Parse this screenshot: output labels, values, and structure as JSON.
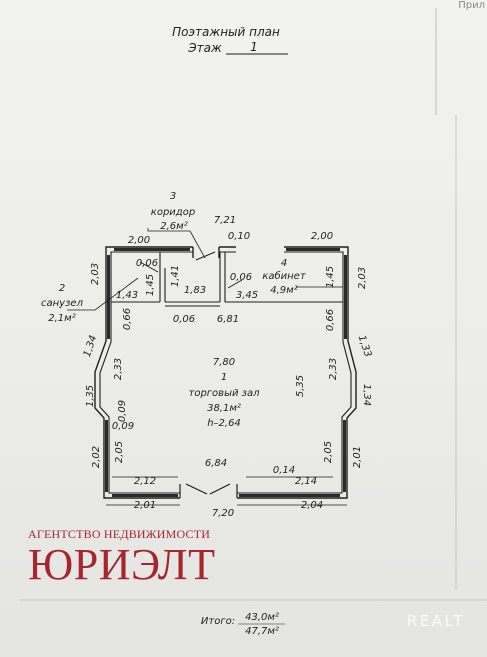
{
  "header": {
    "title": "Поэтажный план",
    "floor_label": "Этаж",
    "floor_value": "1",
    "corner_text": "Прил"
  },
  "rooms": {
    "corridor": {
      "number": "3",
      "name": "коридор",
      "area": "2,6м²"
    },
    "bathroom": {
      "number": "2",
      "name": "санузел",
      "area": "2,1м²"
    },
    "office": {
      "number": "4",
      "name": "кабинет",
      "area": "4,9м²"
    },
    "hall": {
      "number": "1",
      "name": "торговый зал",
      "area": "38,1м²",
      "height": "h–2,64"
    }
  },
  "dimensions": {
    "top_total": "7,21",
    "top_left": "2,00",
    "top_right": "2,00",
    "top_gap": "0,10",
    "left_upper": "2,03",
    "right_upper": "2,03",
    "bath_width": "0,06",
    "bath_height": "1,45",
    "bath_side": "1,43",
    "corridor_height": "1,41",
    "corridor_width": "1,83",
    "corridor_bottom": "0,06",
    "office_wall": "0,06",
    "office_width": "3,45",
    "office_height": "1,45",
    "wall_left": "0,66",
    "wall_right": "0,66",
    "inner_span": "6,81",
    "hall_width": "7,80",
    "left_slant_upper": "1,34",
    "left_slant_lower": "1,35",
    "left_inner": "2,33",
    "left_pier_outer": "0,09",
    "left_pier_inner": "0,09",
    "right_slant_upper": "1,33",
    "right_slant_lower": "1,34",
    "right_inner": "2,33",
    "hall_depth": "5,35",
    "left_lower_outer": "2,02",
    "left_lower_inner": "2,05",
    "right_lower_outer": "2,01",
    "right_lower_inner": "2,05",
    "bottom_inner": "6,84",
    "bottom_left_inner": "2,12",
    "bottom_right_inner": "2,14",
    "bottom_pier": "0,14",
    "bottom_left_outer": "2,01",
    "bottom_right_outer": "2,04",
    "bottom_total": "7,20"
  },
  "totals": {
    "label": "Итого:",
    "value_1": "43,0м²",
    "value_2": "47,7м²"
  },
  "agency": {
    "subtitle": "АГЕНТСТВО НЕДВИЖИМОСТИ",
    "name": "ЮРИЭЛТ"
  },
  "watermark": "REALT",
  "colors": {
    "ink": "#1f1f1f",
    "agency": "#a7252d",
    "paper": "#efefec"
  }
}
